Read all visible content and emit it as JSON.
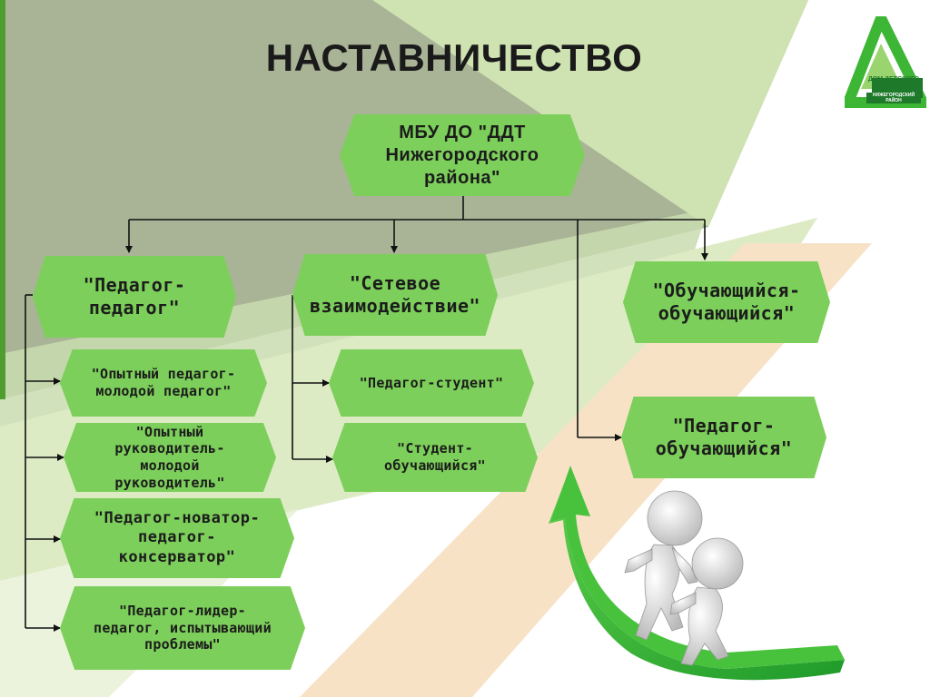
{
  "title": "НАСТАВНИЧЕСТВО",
  "root": "МБУ ДО \"ДДТ Нижегородского района\"",
  "branches": [
    {
      "label": "\"Педагог-педагог\"",
      "children": [
        "\"Опытный педагог-молодой педагог\"",
        "\"Опытный руководитель-молодой руководитель\"",
        "\"Педагог-новатор-педагог-консерватор\"",
        "\"Педагог-лидер-педагог, испытывающий проблемы\""
      ]
    },
    {
      "label": "\"Сетевое взаимодействие\"",
      "children": [
        "\"Педагог-студент\"",
        "\"Студент-обучающийся\""
      ]
    },
    {
      "label": "\"Обучающийся-обучающийся\"",
      "children": []
    },
    {
      "label": "\"Педагог-обучающийся\"",
      "children": []
    }
  ],
  "logo": {
    "text": "ДОМ ДЕТСКОГО ТВОРЧЕСТВА",
    "subtext": "НИЖЕГОРОДСКИЙ РАЙОН",
    "icon": "triangle-logo-icon"
  },
  "illustration": {
    "icon": "people-climbing-arrow-icon"
  },
  "colors": {
    "node_fill": "#7ccf5a",
    "accent_green": "#3db535",
    "bg_olive": "#a9b496",
    "bg_light_green": "#d9e9c2",
    "bg_peach": "#f7e3c8"
  }
}
